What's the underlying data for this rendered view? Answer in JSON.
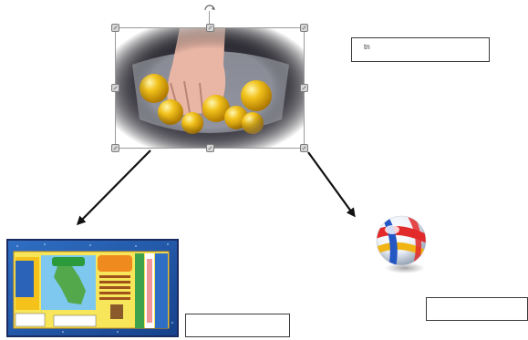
{
  "canvas": {
    "background": "#ffffff",
    "arrow_color": "#111111"
  },
  "images": {
    "lottery_bowl": {
      "icon": "lottery-balls-bowl-image",
      "selected": true
    },
    "scratch_card": {
      "icon": "scratch-card-image"
    },
    "marble": {
      "icon": "glass-marble-image"
    }
  },
  "textboxes": {
    "top_right": {
      "text": "tn"
    },
    "bottom_left": {
      "text": ""
    },
    "bottom_right": {
      "text": ""
    }
  }
}
